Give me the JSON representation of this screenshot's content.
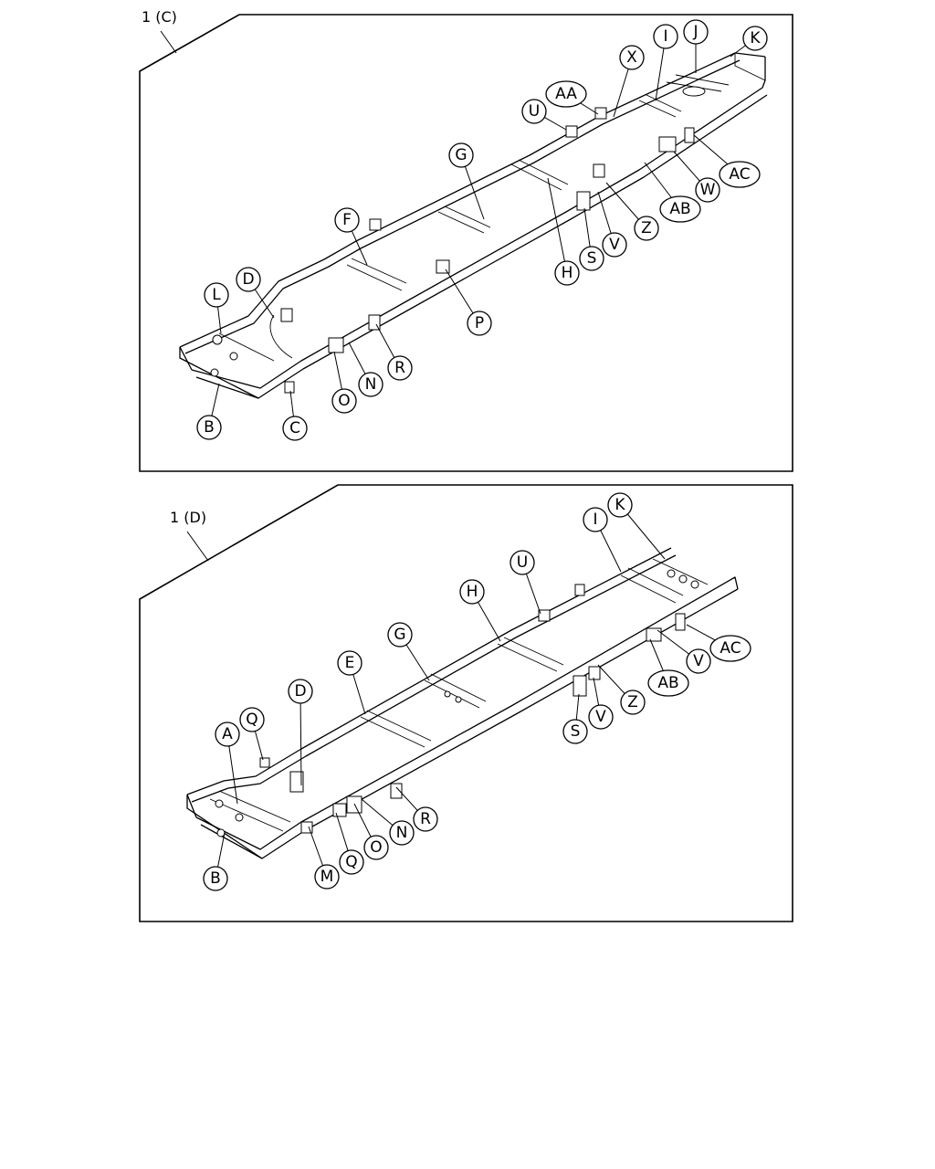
{
  "panels": [
    {
      "label": "1 (C)",
      "callouts": [
        "B",
        "C",
        "D",
        "F",
        "L",
        "G",
        "O",
        "N",
        "R",
        "P",
        "U",
        "AA",
        "X",
        "I",
        "J",
        "K",
        "H",
        "S",
        "V",
        "Z",
        "AB",
        "W",
        "AC"
      ]
    },
    {
      "label": "1 (D)",
      "callouts": [
        "B",
        "M",
        "Q",
        "A",
        "D",
        "E",
        "G",
        "H",
        "U",
        "I",
        "K",
        "O",
        "N",
        "R",
        "S",
        "V",
        "Z",
        "AB",
        "AC"
      ]
    }
  ],
  "colors": {
    "line": "#000000",
    "background": "#ffffff"
  }
}
